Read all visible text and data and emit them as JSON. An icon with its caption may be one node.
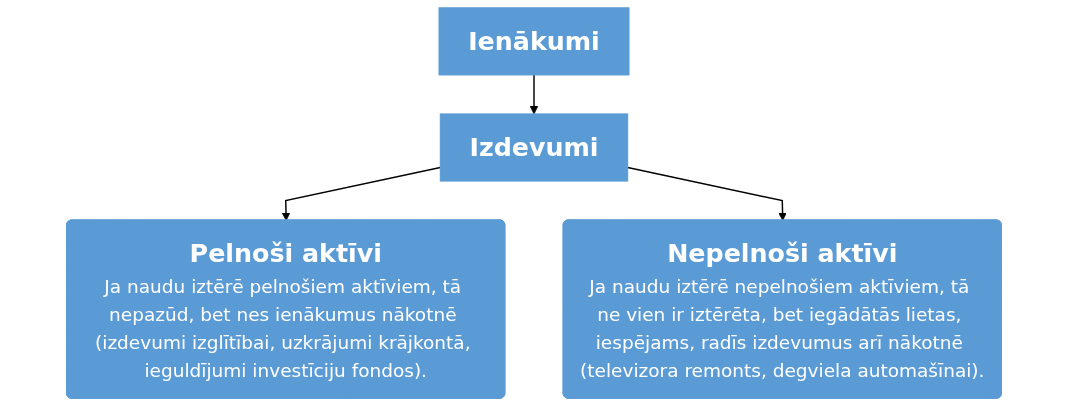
{
  "diagram": {
    "nodes": [
      {
        "text": [
          "Ienākumi"
        ]
      },
      {
        "text": [
          "Izdevumi"
        ]
      },
      {
        "text": [
          "Pelnoši aktīvi",
          "Ja naudu iztērē pelnošiem aktīviem, tā nepazūd, bet nes ienākumus nākotnē (izdevumi izglītībai, uzkrājumi krājkontā, ieguldījumi investīciju fondos)."
        ]
      },
      {
        "text": [
          "Nepelnoši aktīvi",
          "Ja naudu iztērē nepelnošiem aktīviem, tā ne vien ir iztērēta, bet iegādātās lietas, iespējams, radīs izdevumus arī nākotnē (televizora remonts, degviela automašīnai)."
        ]
      }
    ],
    "edges": [
      {
        "from": 0,
        "to": 1,
        "arrow": "to"
      },
      {
        "from": 1,
        "to": 2,
        "arrow": "to"
      },
      {
        "from": 1,
        "to": 3,
        "arrow": "to"
      }
    ]
  }
}
